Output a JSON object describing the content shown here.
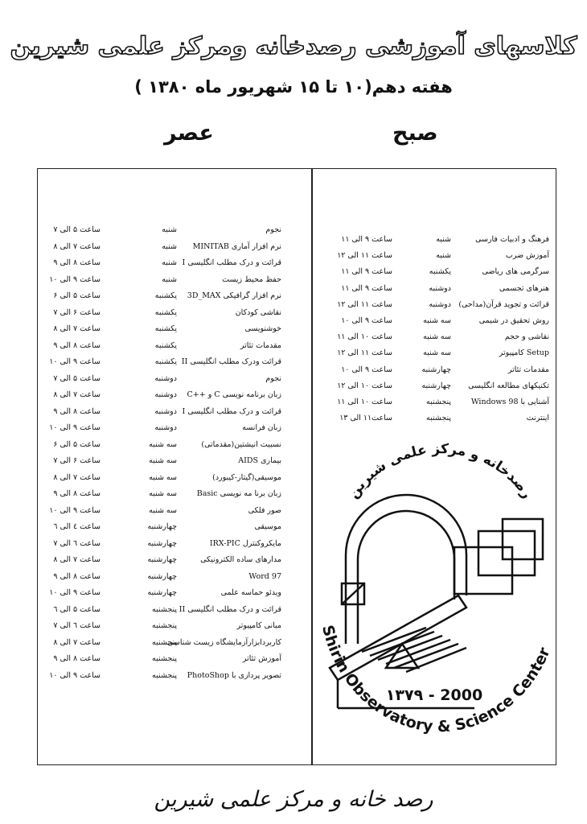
{
  "header": {
    "title": "کلاسهای آموزشی رصدخانه ومرکز علمی شیرین",
    "subtitle": "هفته دهم(۱۰ تا ۱۵ شهریور ماه ۱۳۸۰ )"
  },
  "columns": {
    "morning": "صبح",
    "evening": "عصر"
  },
  "morning_classes": [
    {
      "course": "فرهنگ و ادبیات فارسی",
      "day": "شنبه",
      "time": "ساعت ۹ الی ۱۱"
    },
    {
      "course": "آموزش ضرب",
      "day": "شنبه",
      "time": "ساعت ۱۱ الی ۱۲"
    },
    {
      "course": "سرگرمی های ریاضی",
      "day": "یکشنبه",
      "time": "ساعت ۹ الی ۱۱"
    },
    {
      "course": "هنرهای تجسمی",
      "day": "دوشنبه",
      "time": "ساعت ۹ الی ۱۱"
    },
    {
      "course": "قرائت و تجوید قرآن(مداحی)",
      "day": "دوشنبه",
      "time": "ساعت ۱۱ الی ۱۲"
    },
    {
      "course": "روش تحقیق در شیمی",
      "day": "سه شنبه",
      "time": "ساعت ۹ الی ۱۰"
    },
    {
      "course": "نقاشی و حجم",
      "day": "سه شنبه",
      "time": "ساعت ۱۰ الی ۱۱"
    },
    {
      "course": "Setup کامپیوتر",
      "day": "سه شنبه",
      "time": "ساعت ۱۱ الی ۱۲"
    },
    {
      "course": "مقدمات تئاتر",
      "day": "چهارشنبه",
      "time": "ساعت ۹ الی ۱۰"
    },
    {
      "course": "تکنیکهای مطالعه انگلیسی",
      "day": "چهارشنبه",
      "time": "ساعت ۱۰ الی ۱۲"
    },
    {
      "course": "آشنایی با Windows 98",
      "day": "پنجشنبه",
      "time": "ساعت ۱۰ الی ۱۱"
    },
    {
      "course": "اینترنت",
      "day": "پنجشنبه",
      "time": "ساعت۱۱ الی ۱۳"
    }
  ],
  "evening_classes": [
    {
      "course": "نجوم",
      "day": "شنبه",
      "time": "ساعت ۵ الی ۷"
    },
    {
      "course": "نرم افزار آماری MINITAB",
      "day": "شنبه",
      "time": "ساعت ۷ الی ۸"
    },
    {
      "course": "قرائت و درک مطلب انگلیسی I",
      "day": "شنبه",
      "time": "ساعت ۸ الی ۹"
    },
    {
      "course": "حفظ محیط زیست",
      "day": "شنبه",
      "time": "ساعت ۹ الی ۱۰"
    },
    {
      "course": "نرم افزار گرافیکی 3D_MAX",
      "day": "یکشنبه",
      "time": "ساعت ۵ الی ۶"
    },
    {
      "course": "نقاشی کودکان",
      "day": "یکشنبه",
      "time": "ساعت ۶ الی ۷"
    },
    {
      "course": "خوشنویسی",
      "day": "یکشنبه",
      "time": "ساعت ۷ الی ۸"
    },
    {
      "course": "مقدمات تئاتر",
      "day": "یکشنبه",
      "time": "ساعت ۸ الی ۹"
    },
    {
      "course": "قرائت ودرک مطلب انگلیسی II",
      "day": "یکشنبه",
      "time": "ساعت ۹ الی ۱۰"
    },
    {
      "course": "نجوم",
      "day": "دوشنبه",
      "time": "ساعت ۵ الی ۷"
    },
    {
      "course": "زبان برنامه نویسی C و ++C",
      "day": "دوشنبه",
      "time": "ساعت ۷ الی ۸"
    },
    {
      "course": "قرائت و درک مطلب انگلیسی I",
      "day": "دوشنبه",
      "time": "ساعت ۸ الی ۹"
    },
    {
      "course": "زبان فرانسه",
      "day": "دوشنبه",
      "time": "ساعت ۹ الی ۱۰"
    },
    {
      "course": "نسبیت انیشتین(مقدماتی)",
      "day": "سه شنبه",
      "time": "ساعت ۵ الی ۶"
    },
    {
      "course": "بیماری AIDS",
      "day": "سه شنبه",
      "time": "ساعت ۶ الی ۷"
    },
    {
      "course": "موسیقی(گیتار-کیبورد)",
      "day": "سه شنبه",
      "time": "ساعت ۷ الی ۸"
    },
    {
      "course": "زبان برنا مه نویسی Basic",
      "day": "سه شنبه",
      "time": "ساعت ۸ الی ۹"
    },
    {
      "course": "صور فلکی",
      "day": "سه شنبه",
      "time": "ساعت ۹ الی ۱۰"
    },
    {
      "course": "موسیقی",
      "day": "چهارشنبه",
      "time": "ساعت ٤ الی ٦"
    },
    {
      "course": "مایکروکنترل IRX-PIC",
      "day": "چهارشنبه",
      "time": "ساعت ٦ الی ۷"
    },
    {
      "course": "مدارهای ساده الکترونیکی",
      "day": "چهارشنبه",
      "time": "ساعت ۷ الی ۸"
    },
    {
      "course": "Word 97",
      "day": "چهارشنبه",
      "time": "ساعت ۸ الی ۹"
    },
    {
      "course": "ویدئو حماسه علمی",
      "day": "چهارشنبه",
      "time": "ساعت ۹ الی ۱۰"
    },
    {
      "course": "قرائت و درک مطلب انگلیسی II",
      "day": "پنجشنبه",
      "time": "ساعت ۵ الی ٦"
    },
    {
      "course": "مبانی کامپیوتر",
      "day": "پنجشنبه",
      "time": "ساعت ٦ الی ۷"
    },
    {
      "course": "کاربردابزارآزمایشگاه زیست شناسی",
      "day": "پنجشنبه",
      "time": "ساعت ۷ الی ۸"
    },
    {
      "course": "آموزش تئاتر",
      "day": "پنجشنبه",
      "time": "ساعت ۸ الی ۹"
    },
    {
      "course": "تصویر پردازی با PhotoShop",
      "day": "پنجشنبه",
      "time": "ساعت ۹ الی ۱۰"
    }
  ],
  "logo": {
    "name_fa": "رصدخانه و مرکز علمی شیرین",
    "name_en": "Shirin Observatory & Science Center",
    "years": "۱۳۷۹ - 2000"
  },
  "footer": {
    "text": "رصد خانه و مرکز علمی شیرین"
  }
}
